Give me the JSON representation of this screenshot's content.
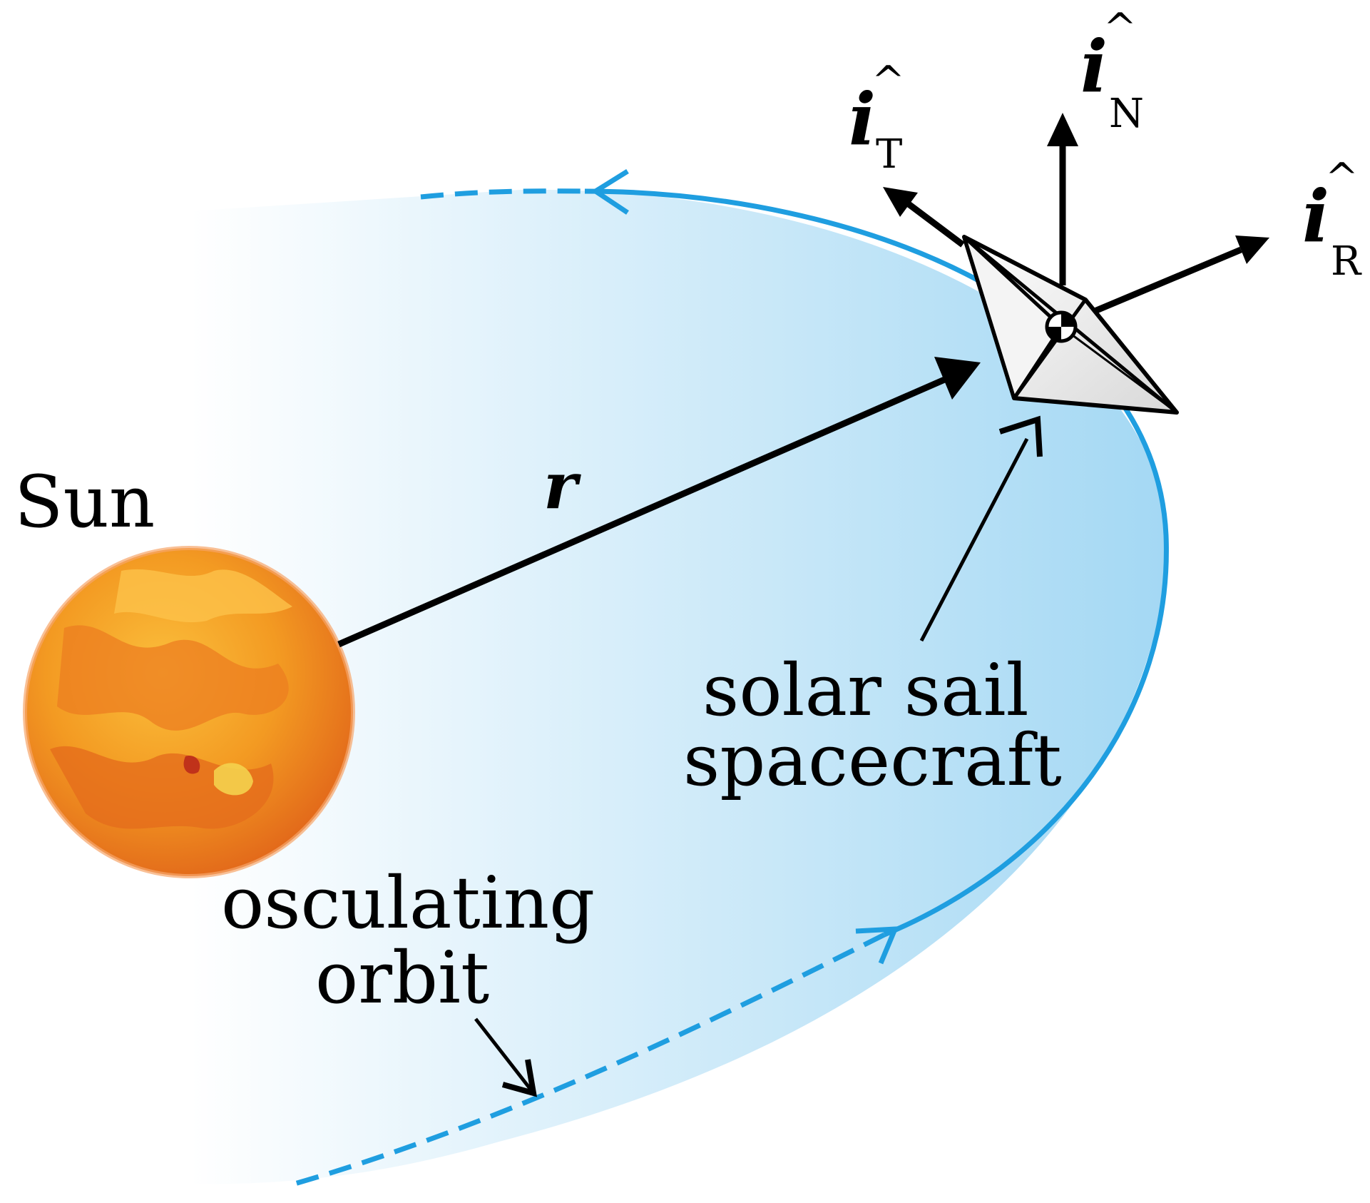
{
  "labels": {
    "sun": "Sun",
    "position_vector": "r",
    "spacecraft_line1": "solar sail",
    "spacecraft_line2": "spacecraft",
    "orbit_line1": "osculating",
    "orbit_line2": "orbit"
  },
  "axes": {
    "tangential": {
      "symbol": "i",
      "hat": "^",
      "subscript": "T"
    },
    "normal": {
      "symbol": "i",
      "hat": "^",
      "subscript": "N"
    },
    "radial": {
      "symbol": "i",
      "hat": "^",
      "subscript": "R"
    }
  },
  "colors": {
    "orbit": "#1f9ee0",
    "orbit_fill": "#a8d8f3",
    "sun_base": "#f08a1c",
    "sun_highlight": "#f9b83a",
    "arrow": "#000000",
    "sail": "#eeeeee"
  }
}
